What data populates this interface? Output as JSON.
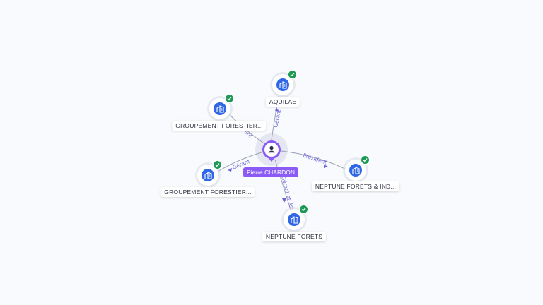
{
  "person": {
    "name": "Pierre CHARDON",
    "icon": "person-icon",
    "accent_color": "#8a5cf5"
  },
  "companies": [
    {
      "id": "aquilae",
      "label": "AQUILAE",
      "icon": "building-icon",
      "verified": true
    },
    {
      "id": "groupement-1",
      "label": "GROUPEMENT FORESTIER...",
      "icon": "building-icon",
      "verified": true
    },
    {
      "id": "groupement-2",
      "label": "GROUPEMENT FORESTIER...",
      "icon": "building-icon",
      "verified": true
    },
    {
      "id": "neptune-ind",
      "label": "NEPTUNE FORETS & IND...",
      "icon": "building-icon",
      "verified": true
    },
    {
      "id": "neptune",
      "label": "NEPTUNE FORETS",
      "icon": "building-icon",
      "verified": true
    }
  ],
  "relations": [
    {
      "to": "aquilae",
      "role": "Gérant"
    },
    {
      "to": "groupement-1",
      "role": "rant"
    },
    {
      "to": "groupement-2",
      "role": "Gérant"
    },
    {
      "to": "neptune-ind",
      "role": "Président"
    },
    {
      "to": "neptune",
      "role": "Gérant et Associé"
    }
  ],
  "colors": {
    "company_icon_bg": "#2f67e6",
    "verified_badge": "#1e9a55",
    "edge_label": "#6a64d8"
  }
}
